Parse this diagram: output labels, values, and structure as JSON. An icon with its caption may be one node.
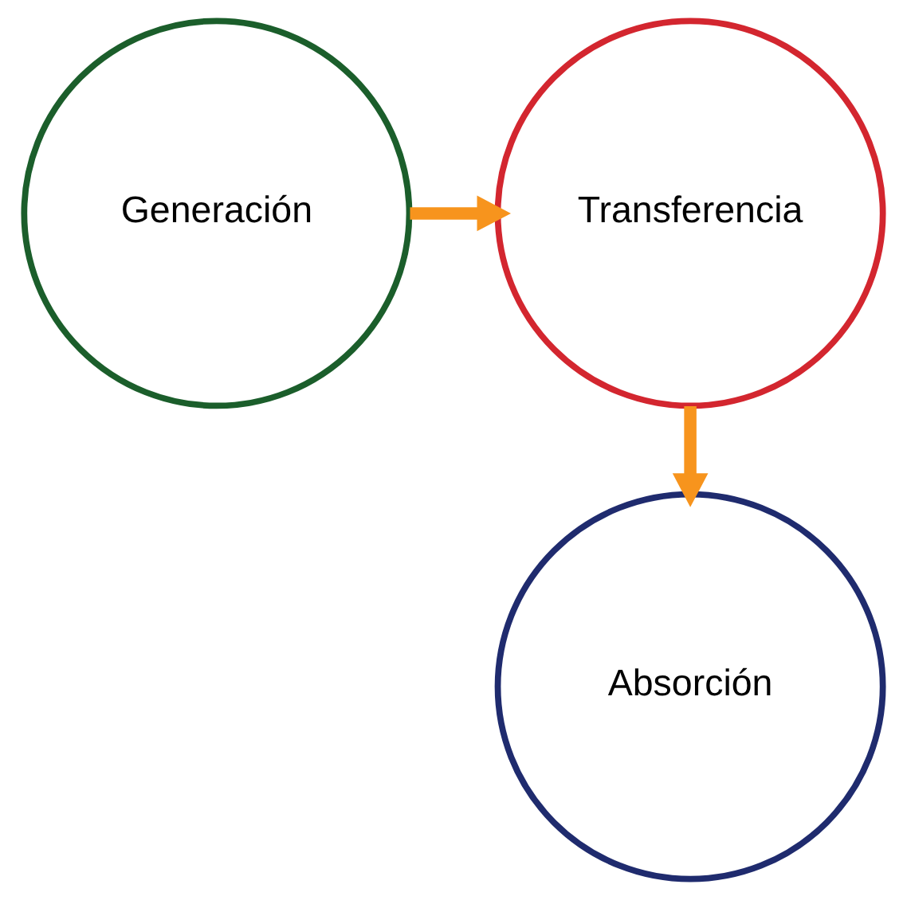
{
  "diagram": {
    "nodes": [
      {
        "text": [
          "Generación"
        ]
      },
      {
        "text": [
          "Transferencia"
        ]
      },
      {
        "text": [
          "Absorción"
        ]
      }
    ],
    "edges": [
      {
        "from": 0,
        "to": 1,
        "arrow": "to"
      },
      {
        "from": 1,
        "to": 2,
        "arrow": "to"
      }
    ]
  }
}
